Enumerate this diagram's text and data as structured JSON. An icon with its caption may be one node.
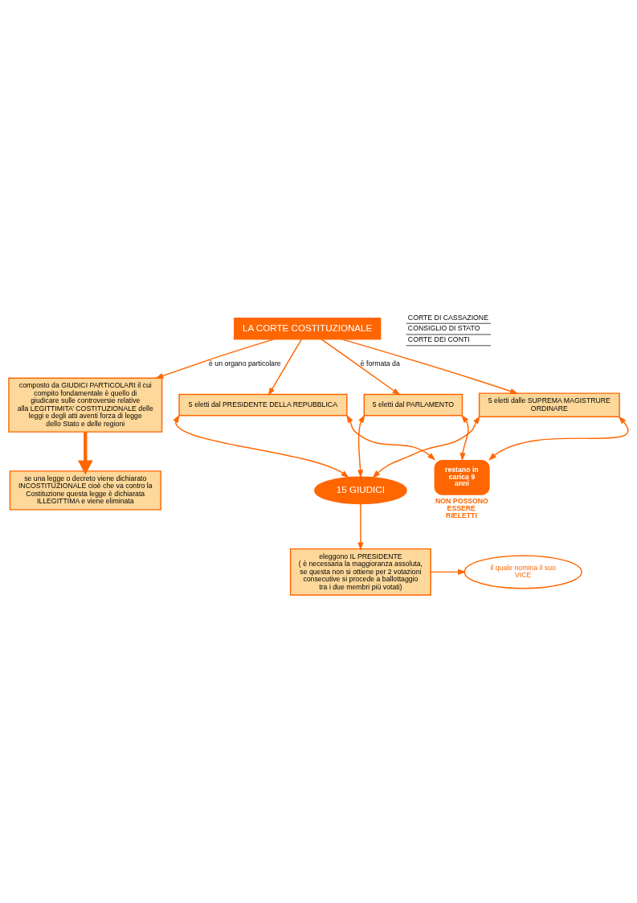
{
  "diagram": {
    "nodes": [
      {
        "text": [
          "LA CORTE COSTITUZIONALE"
        ]
      },
      {
        "text": [
          "composto da GIUDICI PARTICOLARI il cui compito fondamentale è quello di giudicare sulle controversie relative alla LEGITTIMITA’ COSTITUZIONALE delle leggi e degli atti aventi forza di legge dello Stato e delle regioni"
        ]
      },
      {
        "text": [
          "se una legge o decreto viene dichiarato INCOSTITUZIONALE cioè che va contro la Costituzione questa legge è dichiarata ILLEGITTIMA e viene eliminata"
        ]
      },
      {
        "text": [
          "il quale nomina il suo VICE"
        ]
      },
      {
        "text": [
          "eleggono IL PRESIDENTE",
          "( è necessaria la maggioranza assoluta, se questa non si ottiene per 2 votazioni consecutive si procede a ballottaggio tra i due membri più votati)"
        ]
      },
      {
        "text": [
          "5 eletti dal PRESIDENTE DELLA REPUBBLICA"
        ]
      },
      {
        "text": [
          "5 eletti dal PARLAMENTO"
        ]
      },
      {
        "text": [
          "5 eletti dalle SUPREMA MAGISTRURE ORDINARE"
        ]
      },
      {
        "text": [
          "15 GIUDICI"
        ]
      },
      {
        "text": [
          "restano in carica 9 anni"
        ],
        "beside": [
          "NON POSSONO ESSERE RIELETTI"
        ]
      }
    ],
    "edges": [
      {
        "from": 0,
        "to": 1,
        "arrow": "to",
        "label": "è un organo particolare"
      },
      {
        "from": 1,
        "to": 2,
        "arrow": "to",
        "style": "thick"
      },
      {
        "from": 4,
        "to": 3,
        "arrow": "to"
      },
      {
        "from": 8,
        "to": 4,
        "arrow": "to"
      },
      {
        "from": 0,
        "to": 5,
        "arrow": "to"
      },
      {
        "from": 0,
        "to": 6,
        "arrow": "to",
        "label": "è formata da"
      },
      {
        "from": 0,
        "to": 7,
        "arrow": "to"
      },
      {
        "from": 5,
        "to": 8,
        "arrow": "both"
      },
      {
        "from": 6,
        "to": 8,
        "arrow": "both"
      },
      {
        "from": 7,
        "to": 8,
        "arrow": "both"
      },
      {
        "from": 5,
        "to": 9,
        "arrow": "both"
      },
      {
        "from": 6,
        "to": 9,
        "arrow": "both"
      },
      {
        "from": 7,
        "to": 9,
        "arrow": "both"
      }
    ],
    "labels": [
      "CORTE DI CASSAZIONE",
      "CONSIGLIO DI STATO",
      "CORTE DEI CONTI"
    ]
  }
}
